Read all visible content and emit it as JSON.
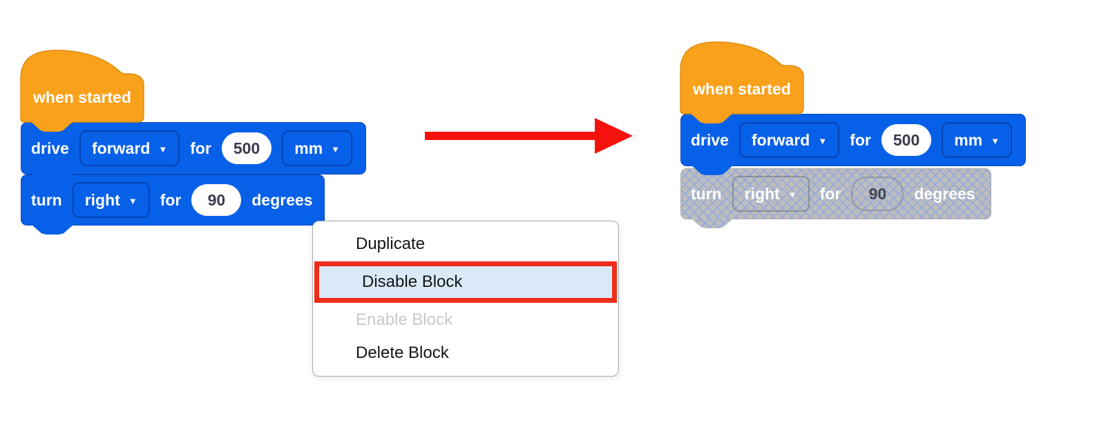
{
  "colors": {
    "block-blue": "#0760E8",
    "block-blue-border": "#0A49BC",
    "hat-orange": "#F9A11B",
    "hat-orange-border": "#DB8E14",
    "disabled-gray": "#BDBDBD",
    "disabled-hatch": "#96A9DC",
    "disabled-border": "#ABABAB",
    "field-text": "#3A3A4E",
    "menu-highlight": "#D9E9F7",
    "menu-red": "#EE2D1A",
    "arrow-red": "#F5120E",
    "menu-disabled-text": "#C9C9C9"
  },
  "icons": {
    "dropdown_arrow": "▼"
  },
  "left_stack": {
    "hat_label": "when started",
    "drive": {
      "label": "drive",
      "direction": "forward",
      "for_label": "for",
      "value": "500",
      "unit": "mm"
    },
    "turn": {
      "label": "turn",
      "direction": "right",
      "for_label": "for",
      "value": "90",
      "unit_label": "degrees"
    }
  },
  "right_stack": {
    "hat_label": "when started",
    "drive": {
      "label": "drive",
      "direction": "forward",
      "for_label": "for",
      "value": "500",
      "unit": "mm"
    },
    "turn": {
      "label": "turn",
      "direction": "right",
      "for_label": "for",
      "value": "90",
      "unit_label": "degrees",
      "state": "disabled"
    }
  },
  "context_menu": {
    "items": [
      {
        "label": "Duplicate",
        "state": "normal"
      },
      {
        "label": "Disable Block",
        "state": "highlighted"
      },
      {
        "label": "Enable Block",
        "state": "disabled"
      },
      {
        "label": "Delete Block",
        "state": "normal"
      }
    ]
  }
}
